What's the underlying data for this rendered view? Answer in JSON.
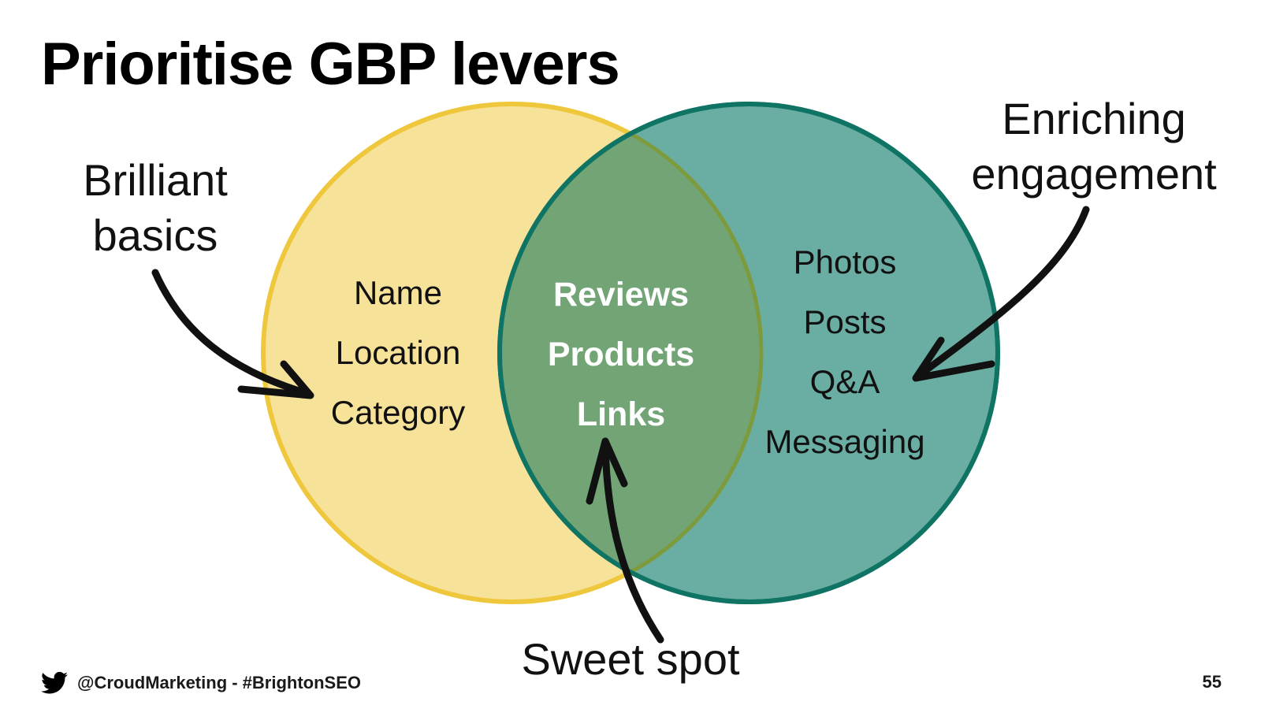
{
  "slide": {
    "title": "Prioritise GBP levers",
    "page_number": "55"
  },
  "footer": {
    "handle": "@CroudMarketing - #BrightonSEO",
    "icon": "twitter-bird-icon"
  },
  "colors": {
    "left_fill": "#f7e29a",
    "left_stroke": "#efc73d",
    "right_fill": "#6aaea3",
    "right_stroke": "#0f7463",
    "overlap_fill": "#72a476",
    "arrow": "#111111"
  },
  "venn": {
    "left_set": {
      "annotation_line1": "Brilliant",
      "annotation_line2": "basics",
      "items": [
        "Name",
        "Location",
        "Category"
      ]
    },
    "overlap": {
      "annotation": "Sweet spot",
      "items": [
        "Reviews",
        "Products",
        "Links"
      ]
    },
    "right_set": {
      "annotation_line1": "Enriching",
      "annotation_line2": "engagement",
      "items": [
        "Photos",
        "Posts",
        "Q&A",
        "Messaging"
      ]
    }
  }
}
